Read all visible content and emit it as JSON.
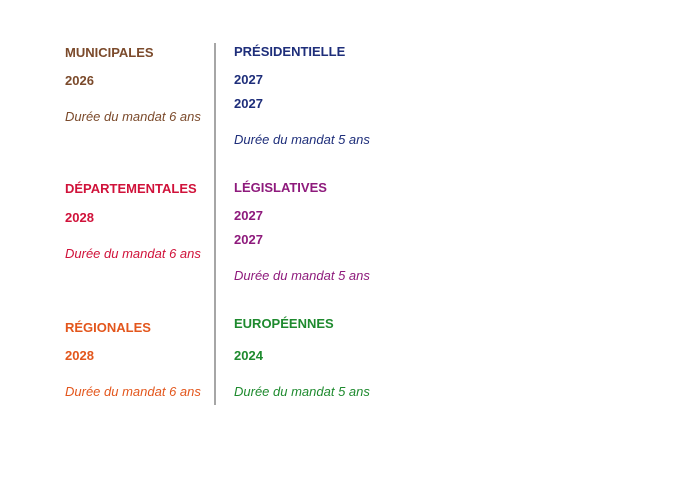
{
  "colors": {
    "municipales": "#7b4a2b",
    "presidentielle": "#1e2e7a",
    "departementales": "#d0123a",
    "legislatives": "#8e1a7c",
    "regionales": "#e3561c",
    "europeennes": "#1e8a2e",
    "divider": "#a6a6a6"
  },
  "left_column": {
    "municipales": {
      "title": "MUNICIPALES",
      "year": "2026",
      "mandate": "Durée du mandat 6 ans"
    },
    "departementales": {
      "title": "DÉPARTEMENTALES",
      "year": "2028",
      "mandate": "Durée du mandat 6 ans"
    },
    "regionales": {
      "title": "RÉGIONALES",
      "year": "2028",
      "mandate": "Durée du mandat 6 ans"
    }
  },
  "right_column": {
    "presidentielle": {
      "title": "PRÉSIDENTIELLE",
      "years": [
        "2027",
        "2027"
      ],
      "mandate": "Durée du mandat 5 ans"
    },
    "legislatives": {
      "title": "LÉGISLATIVES",
      "years": [
        "2027",
        "2027"
      ],
      "mandate": "Durée du mandat 5 ans"
    },
    "europeennes": {
      "title": "EUROPÉENNES",
      "year": "2024",
      "mandate": "Durée du mandat 5 ans"
    }
  }
}
